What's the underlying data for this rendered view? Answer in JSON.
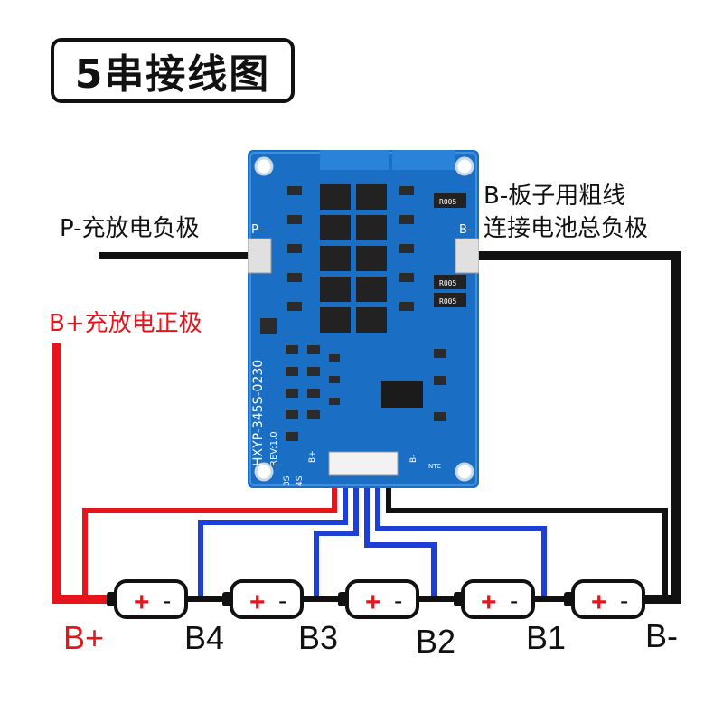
{
  "title": "5串接线图",
  "labels": {
    "p_minus": "P-充放电负极",
    "b_plus_charge": "B+充放电正极",
    "b_minus_line1": "B-板子用粗线",
    "b_minus_line2": "连接电池总负极"
  },
  "terminals": [
    "B+",
    "B4",
    "B3",
    "B2",
    "B1",
    "B-"
  ],
  "battery_signs": {
    "plus": "+",
    "minus": "-"
  },
  "pcb": {
    "model": "HXYP-345S-0230",
    "revision": "REV:1.0",
    "pad_p": "P-",
    "pad_b": "B-",
    "mark_3s": "3S",
    "mark_4s": "4S",
    "mark_bplus": "B+",
    "mark_bminus": "B-",
    "mark_ntc": "NTC",
    "resistor1": "R005",
    "resistor2": "R005",
    "resistor3": "R005"
  },
  "colors": {
    "positive": "#e8141b",
    "balance": "#1d3fd6",
    "negative": "#111111",
    "pcb": "#1a6fc4"
  }
}
